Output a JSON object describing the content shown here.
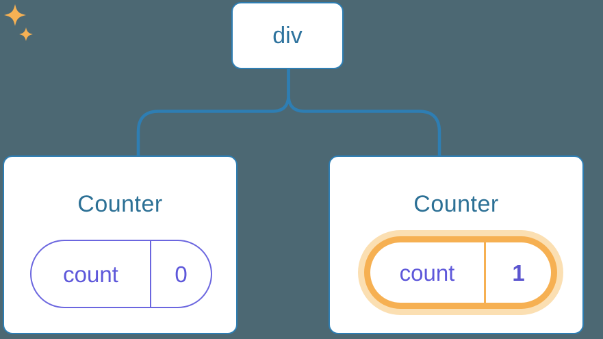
{
  "diagram": {
    "description": "React component tree with state",
    "root": {
      "label": "div"
    },
    "children": [
      {
        "title": "Counter",
        "state": {
          "key": "count",
          "value": "0"
        },
        "highlighted": false
      },
      {
        "title": "Counter",
        "state": {
          "key": "count",
          "value": "1"
        },
        "highlighted": true
      }
    ],
    "colors": {
      "background": "#4c6873",
      "node_fill": "#ffffff",
      "node_border": "#2e7eb3",
      "connector": "#2e7eb3",
      "node_text": "#2c7095",
      "state_border": "#6b66df",
      "state_text": "#5e58da",
      "highlight_ring": "#f6b052",
      "highlight_glow": "#fbdfb2",
      "sparkle": "#f6b154"
    }
  }
}
